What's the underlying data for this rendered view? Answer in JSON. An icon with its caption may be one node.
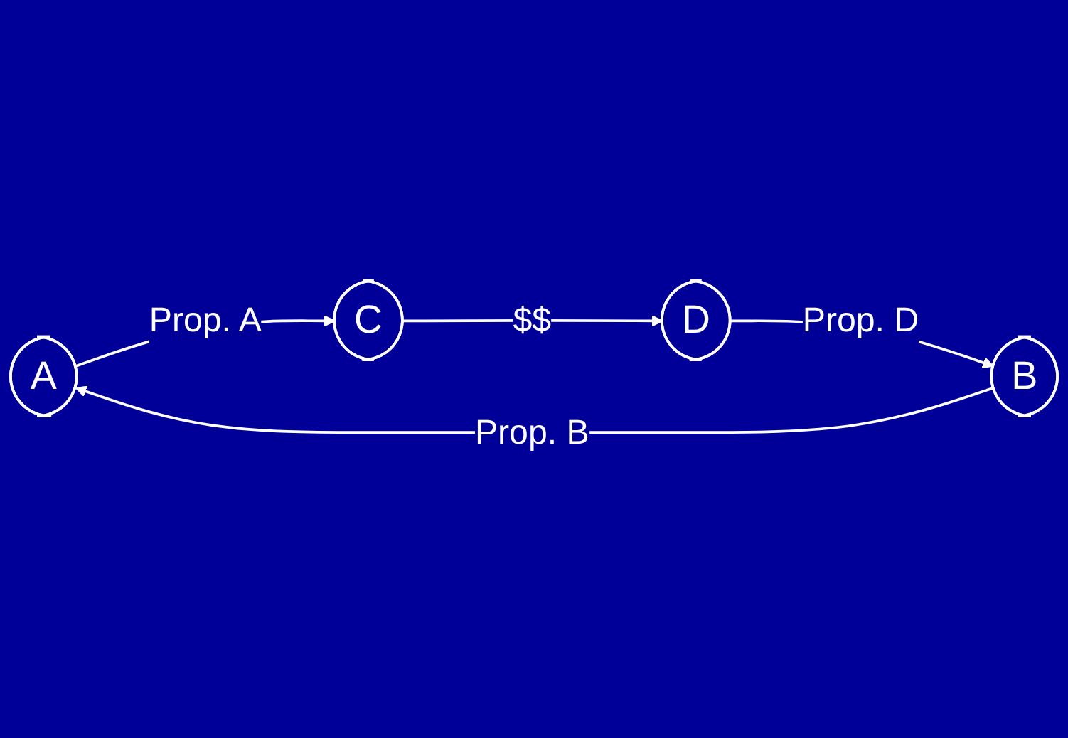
{
  "diagram": {
    "nodes": [
      {
        "text": [
          "A"
        ]
      },
      {
        "text": [
          "B"
        ]
      },
      {
        "text": [
          "C"
        ]
      },
      {
        "text": [
          "D"
        ]
      }
    ],
    "edges": [
      {
        "from": 1,
        "to": 0,
        "arrow": "to",
        "label": "Prop. B"
      },
      {
        "from": 0,
        "to": 2,
        "arrow": "to",
        "label": "Prop. A"
      },
      {
        "from": 2,
        "to": 3,
        "arrow": "to",
        "label": "$$"
      },
      {
        "from": 3,
        "to": 1,
        "arrow": "to",
        "label": "Prop. D"
      }
    ]
  }
}
